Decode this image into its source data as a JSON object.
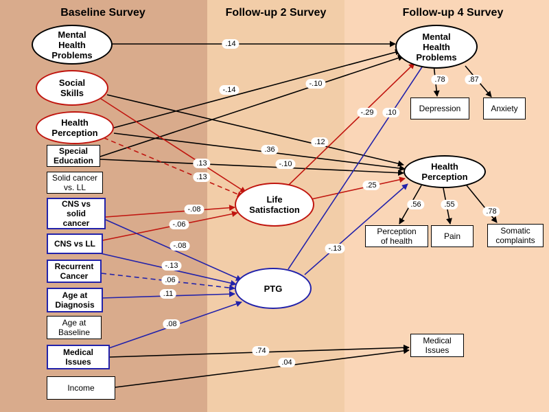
{
  "columns": [
    "Baseline Survey",
    "Follow-up 2 Survey",
    "Follow-up 4 Survey"
  ],
  "colors": {
    "col1": "#d9ab8c",
    "col2": "#f2cda8",
    "col3": "#fad6b7",
    "red": "#c0150f",
    "blue": "#2222aa",
    "black": "#000000"
  },
  "nodes": {
    "mhp_base": "Mental\nHealth\nProblems",
    "social_skills": "Social\nSkills",
    "health_perc_base": "Health\nPerception",
    "special_ed": "Special\nEducation",
    "solid_vs_ll": "Solid cancer\nvs. LL",
    "cns_vs_solid": "CNS vs\nsolid\ncancer",
    "cns_vs_ll": "CNS vs LL",
    "recurrent": "Recurrent\nCancer",
    "age_diag": "Age at\nDiagnosis",
    "age_base": "Age at\nBaseline",
    "medical_base": "Medical\nIssues",
    "income": "Income",
    "life_sat": "Life\nSatisfaction",
    "ptg": "PTG",
    "mhp_f4": "Mental\nHealth\nProblems",
    "depression": "Depression",
    "anxiety": "Anxiety",
    "hp_f4": "Health\nPerception",
    "perc_health": "Perception\nof health",
    "pain": "Pain",
    "somatic": "Somatic\ncomplaints",
    "medical_f4": "Medical\nIssues"
  },
  "coefficients": {
    "mhp_mhp": ".14",
    "ss_mhp": "-.14",
    "se_mhp": "-.10",
    "ls_mhp": "-.29",
    "ptg_mhp": ".10",
    "dep": ".78",
    "anx": ".87",
    "hp_hp": ".12",
    "se_hp": ".36",
    "se_hp2": "-.10",
    "ss_ls": ".13",
    "hp_ls": ".13",
    "ls_hp": ".25",
    "cnss_ls": "-.08",
    "cnsll_ls": "-.06",
    "cnss_ptg": "-.08",
    "rec_ptg": "-.13",
    "rec_ptg2": ".06",
    "agediag_ptg": ".11",
    "med_ptg": ".08",
    "ptg_hp": "-.13",
    "perc": ".56",
    "pain": ".55",
    "som": ".78",
    "med_med": ".74",
    "inc_med": ".04"
  }
}
